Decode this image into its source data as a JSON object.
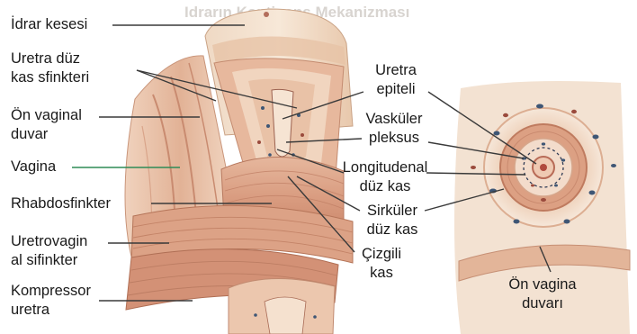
{
  "background_heading": "Idrarın Kontinans Mekanizması",
  "labels": {
    "idrar_kesesi": "İdrar kesesi",
    "uretra_duz_1": "Uretra düz",
    "uretra_duz_2": "kas sfinkteri",
    "on_vaginal_1": "Ön vaginal",
    "on_vaginal_2": "duvar",
    "vagina": "Vagina",
    "rhabdo": "Rhabdosfinkter",
    "uretrovagin_1": "Uretrovagin",
    "uretrovagin_2": "al sifinkter",
    "kompressor_1": "Kompressor",
    "kompressor_2": "uretra",
    "uretra_ep_1": "Uretra",
    "uretra_ep_2": "epiteli",
    "vaskuler_1": "Vasküler",
    "vaskuler_2": "pleksus",
    "longitudenal_1": "Longitudenal",
    "longitudenal_2": "düz kas",
    "sirkuler_1": "Sirküler",
    "sirkuler_2": "düz kas",
    "cizgili_1": "Çizgili",
    "cizgili_2": "kas",
    "on_vagina_1": "Ön vagina",
    "on_vagina_2": "duvarı"
  },
  "colors": {
    "tissue_light": "#f1ddc9",
    "tissue_mid": "#e3b69a",
    "muscle": "#d4957a",
    "muscle_dark": "#b56f58",
    "vessel_blue": "#3e5675",
    "vessel_red": "#9a4a3c",
    "line": "#3a3a3a",
    "label_line_green": "#2e8b57"
  }
}
